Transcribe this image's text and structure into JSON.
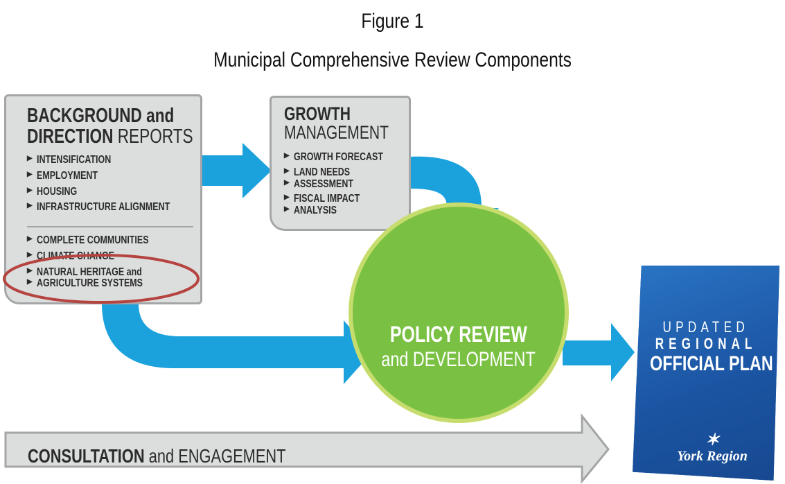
{
  "title": "Figure 1",
  "subtitle": "Municipal Comprehensive Review Components",
  "background_box": {
    "heading_bold_1": "BACKGROUND and",
    "heading_bold_2": "DIRECTION",
    "heading_light_2": " REPORTS",
    "items_group_1": [
      "INTENSIFICATION",
      "EMPLOYMENT",
      "HOUSING",
      "INFRASTRUCTURE ALIGNMENT"
    ],
    "items_group_2": [
      "COMPLETE COMMUNITIES",
      "CLIMATE CHANGE",
      "NATURAL HERITAGE and",
      "AGRICULTURE SYSTEMS"
    ]
  },
  "growth_box": {
    "heading_bold": "GROWTH",
    "heading_light": "MANAGEMENT",
    "items": [
      "GROWTH FORECAST",
      "LAND NEEDS",
      "ASSESSMENT",
      "FISCAL IMPACT",
      "ANALYSIS"
    ]
  },
  "policy": {
    "line1": "POLICY REVIEW",
    "line2": "and DEVELOPMENT"
  },
  "official_plan": {
    "line1": "UPDATED",
    "line2": "REGIONAL",
    "line3": "OFFICIAL PLAN",
    "logo_text": "York Region"
  },
  "consultation": {
    "bold": "CONSULTATION",
    "light": " and ENGAGEMENT"
  },
  "colors": {
    "arrow_blue": "#1ba1dc",
    "circle_green": "#7ac143",
    "circle_ring": "#c6dd6e",
    "box_grey": "#dcdddd",
    "highlight_red": "#b5433f",
    "plan_blue": "#1f5fae"
  }
}
